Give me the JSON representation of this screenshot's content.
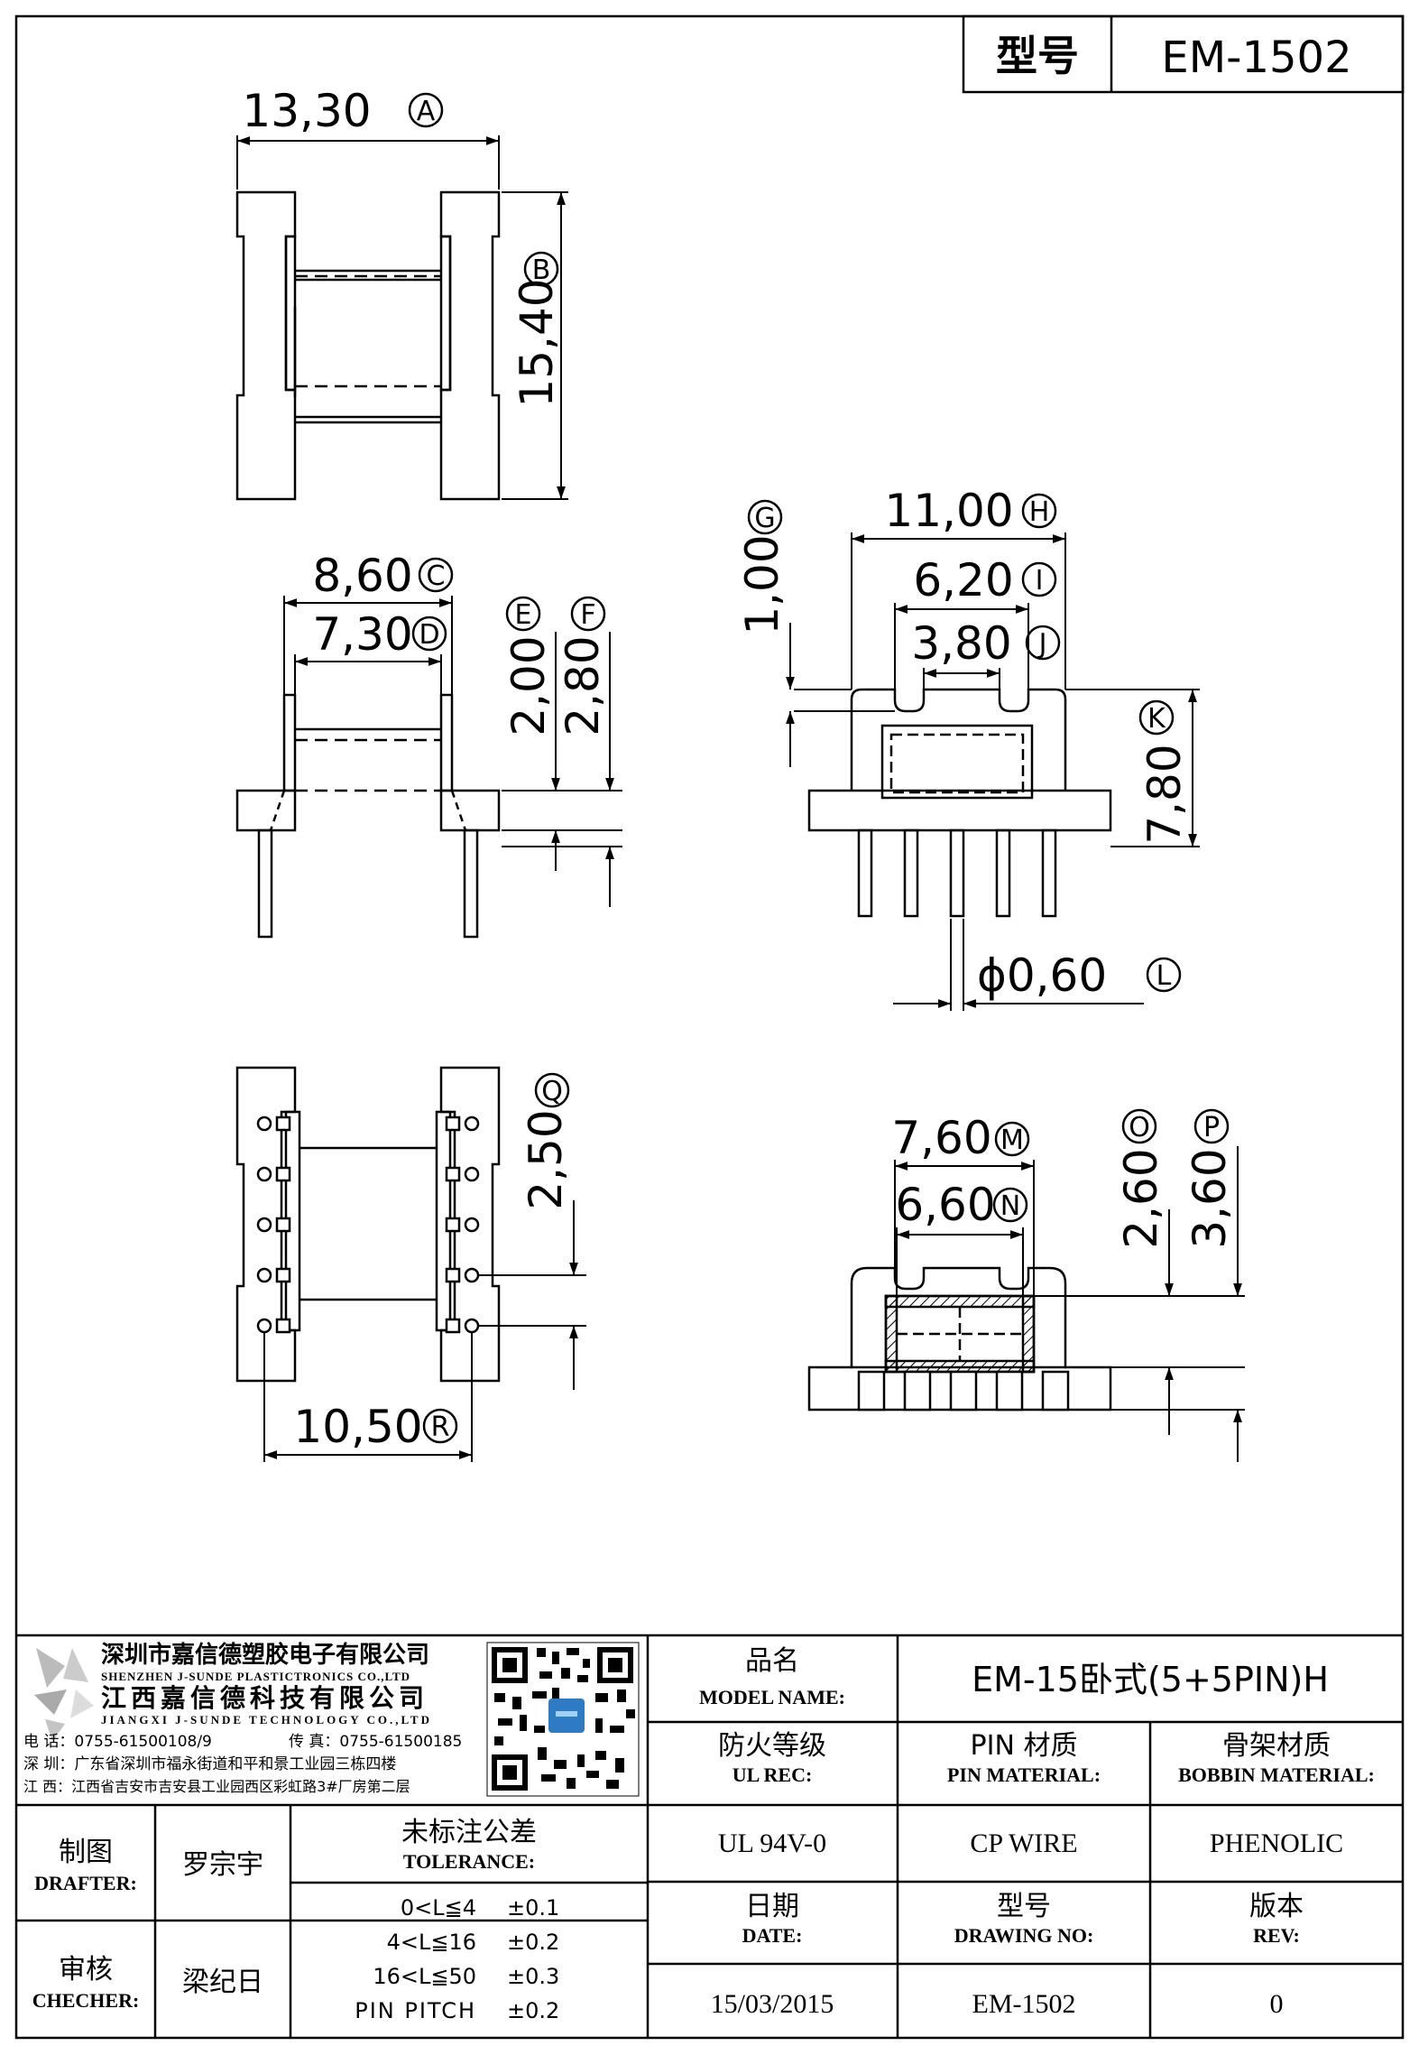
{
  "header": {
    "model_label": "型号",
    "model_value": "EM-1502"
  },
  "dimensions": {
    "A": {
      "value": "13,30",
      "tag": "A"
    },
    "B": {
      "value": "15,40",
      "tag": "B"
    },
    "C": {
      "value": "8,60",
      "tag": "C"
    },
    "D": {
      "value": "7,30",
      "tag": "D"
    },
    "E": {
      "value": "2,00",
      "tag": "E"
    },
    "F": {
      "value": "2,80",
      "tag": "F"
    },
    "G": {
      "value": "1,00",
      "tag": "G"
    },
    "H": {
      "value": "11,00",
      "tag": "H"
    },
    "I": {
      "value": "6,20",
      "tag": "I"
    },
    "J": {
      "value": "3,80",
      "tag": "J"
    },
    "K": {
      "value": "7,80",
      "tag": "K"
    },
    "L": {
      "value": "ϕ0,60",
      "tag": "L"
    },
    "M": {
      "value": "7,60",
      "tag": "M"
    },
    "N": {
      "value": "6,60",
      "tag": "N"
    },
    "O": {
      "value": "2,60",
      "tag": "O"
    },
    "P": {
      "value": "3,60",
      "tag": "P"
    },
    "Q": {
      "value": "2,50",
      "tag": "Q"
    },
    "R": {
      "value": "10,50",
      "tag": "R"
    }
  },
  "company": {
    "name_cn_1": "深圳市嘉信德塑胶电子有限公司",
    "name_en_1": "SHENZHEN J-SUNDE PLASTICTRONICS CO.,LTD",
    "name_cn_2": "江西嘉信德科技有限公司",
    "name_en_2": "JIANGXI J-SUNDE TECHNOLOGY CO.,LTD",
    "phone": "电 话：0755-61500108/9",
    "fax": "传 真：0755-61500185",
    "addr_sz": "深 圳：广东省深圳市福永街道和平和景工业园三栋四楼",
    "addr_jx": "江 西：江西省吉安市吉安县工业园西区彩虹路3#厂房第二层"
  },
  "title_block": {
    "model_name_cn": "品名",
    "model_name_en": "MODEL NAME:",
    "model_name_value": "EM-15卧式(5+5PIN)H",
    "ul_cn": "防火等级",
    "ul_en": "UL REC:",
    "pin_cn": "PIN 材质",
    "pin_en": "PIN MATERIAL:",
    "bobbin_cn": "骨架材质",
    "bobbin_en": "BOBBIN MATERIAL:",
    "ul_value": "UL 94V-0",
    "pin_value": "CP WIRE",
    "bobbin_value": "PHENOLIC",
    "date_cn": "日期",
    "date_en": "DATE:",
    "drawing_cn": "型号",
    "drawing_en": "DRAWING NO:",
    "rev_cn": "版本",
    "rev_en": "REV:",
    "date_value": "15/03/2015",
    "drawing_value": "EM-1502",
    "rev_value": "0",
    "drafter_cn": "制图",
    "drafter_en": "DRAFTER:",
    "drafter_name": "罗宗宇",
    "checker_cn": "审核",
    "checker_en": "CHECHER:",
    "checker_name": "梁纪日",
    "tolerance_cn": "未标注公差",
    "tolerance_en": "TOLERANCE:",
    "tolerances": [
      {
        "range": "0<L≦4",
        "value": "±0.1"
      },
      {
        "range": "4<L≦16",
        "value": "±0.2"
      },
      {
        "range": "16<L≦50",
        "value": "±0.3"
      },
      {
        "range": "PIN PITCH",
        "value": "±0.2"
      }
    ]
  }
}
